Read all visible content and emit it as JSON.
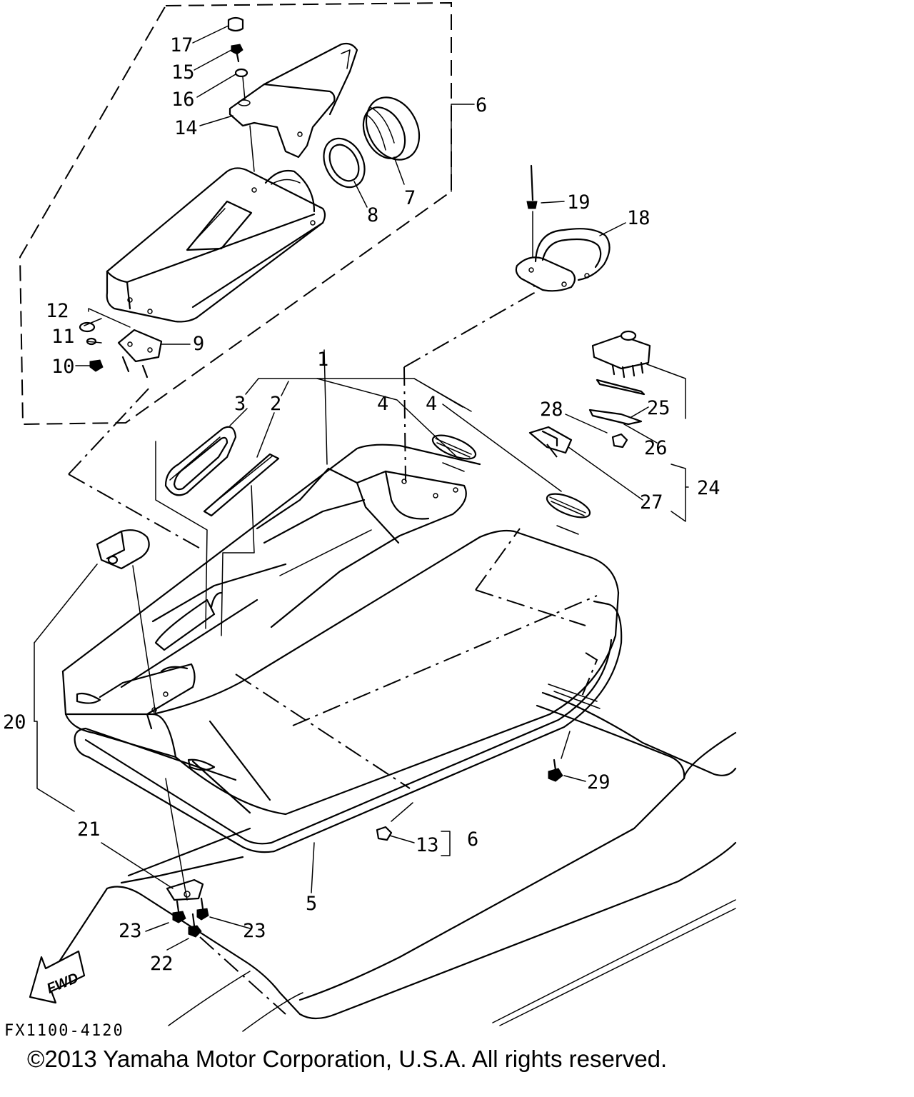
{
  "diagram": {
    "drawing_code": "FX1100-4120",
    "copyright": "©2013 Yamaha Motor Corporation, U.S.A. All rights reserved.",
    "direction_arrow": "FWD",
    "callouts": [
      {
        "id": "c1",
        "text": "1"
      },
      {
        "id": "c2",
        "text": "2"
      },
      {
        "id": "c3",
        "text": "3"
      },
      {
        "id": "c4a",
        "text": "4"
      },
      {
        "id": "c4b",
        "text": "4"
      },
      {
        "id": "c5",
        "text": "5"
      },
      {
        "id": "c6a",
        "text": "6"
      },
      {
        "id": "c6b",
        "text": "6"
      },
      {
        "id": "c7",
        "text": "7"
      },
      {
        "id": "c8",
        "text": "8"
      },
      {
        "id": "c9",
        "text": "9"
      },
      {
        "id": "c10",
        "text": "10"
      },
      {
        "id": "c11",
        "text": "11"
      },
      {
        "id": "c12",
        "text": "12"
      },
      {
        "id": "c13",
        "text": "13"
      },
      {
        "id": "c14",
        "text": "14"
      },
      {
        "id": "c15",
        "text": "15"
      },
      {
        "id": "c16",
        "text": "16"
      },
      {
        "id": "c17",
        "text": "17"
      },
      {
        "id": "c18",
        "text": "18"
      },
      {
        "id": "c19",
        "text": "19"
      },
      {
        "id": "c20",
        "text": "20"
      },
      {
        "id": "c21",
        "text": "21"
      },
      {
        "id": "c22",
        "text": "22"
      },
      {
        "id": "c23a",
        "text": "23"
      },
      {
        "id": "c23b",
        "text": "23"
      },
      {
        "id": "c24",
        "text": "24"
      },
      {
        "id": "c25",
        "text": "25"
      },
      {
        "id": "c26",
        "text": "26"
      },
      {
        "id": "c27",
        "text": "27"
      },
      {
        "id": "c28",
        "text": "28"
      },
      {
        "id": "c29",
        "text": "29"
      }
    ]
  }
}
